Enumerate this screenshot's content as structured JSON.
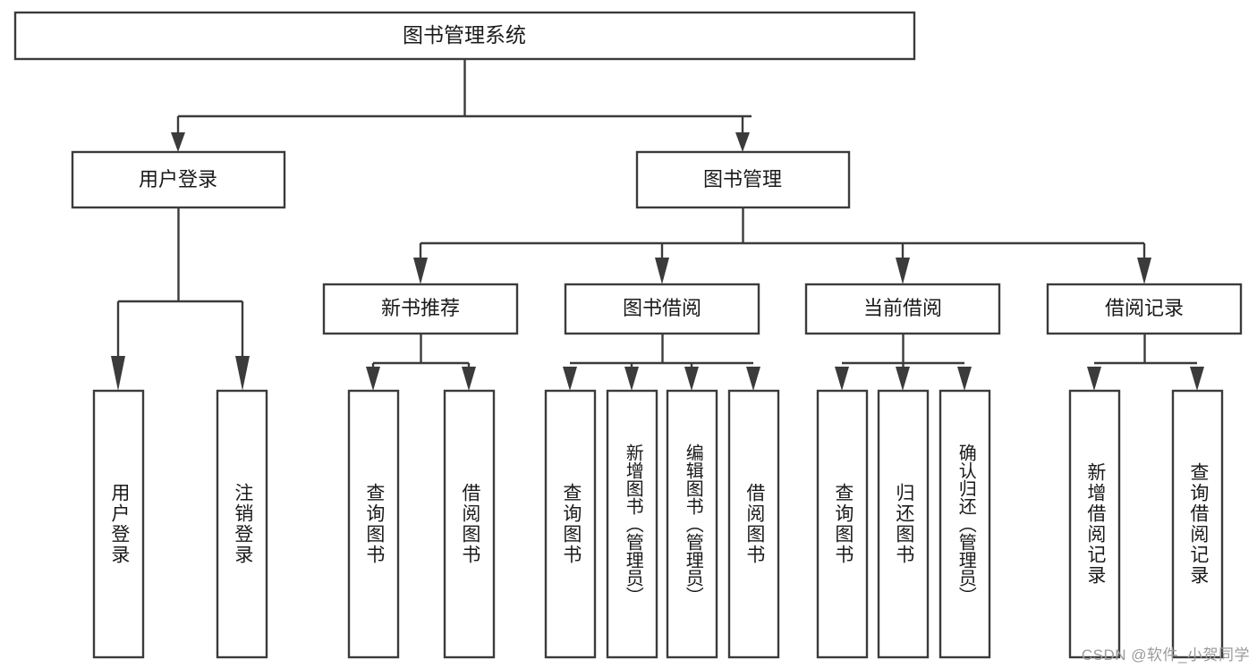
{
  "diagram": {
    "type": "tree",
    "title": "图书管理系统",
    "watermark": "CSDN @软件_小贺同学",
    "colors": {
      "stroke": "#3b3b3b",
      "fill": "#ffffff",
      "text": "#1a1a1a",
      "watermark": "#9a9a9a"
    },
    "levels": {
      "root": {
        "label": "图书管理系统"
      },
      "level2": [
        {
          "label": "用户登录"
        },
        {
          "label": "图书管理"
        }
      ],
      "level3": [
        {
          "label": "新书推荐"
        },
        {
          "label": "图书借阅"
        },
        {
          "label": "当前借阅"
        },
        {
          "label": "借阅记录"
        }
      ]
    },
    "leaves": {
      "user_login": [
        {
          "label": "用户登录"
        },
        {
          "label": "注销登录"
        }
      ],
      "new_book": [
        {
          "label": "查询图书"
        },
        {
          "label": "借阅图书"
        }
      ],
      "book_borrow": [
        {
          "label": "查询图书"
        },
        {
          "label": "新增图书（管理员）"
        },
        {
          "label": "编辑图书（管理员）"
        },
        {
          "label": "借阅图书"
        }
      ],
      "current_borrow": [
        {
          "label": "查询图书"
        },
        {
          "label": "归还图书"
        },
        {
          "label": "确认归还（管理员）"
        }
      ],
      "borrow_record": [
        {
          "label": "新增借阅记录"
        },
        {
          "label": "查询借阅记录"
        }
      ]
    }
  }
}
